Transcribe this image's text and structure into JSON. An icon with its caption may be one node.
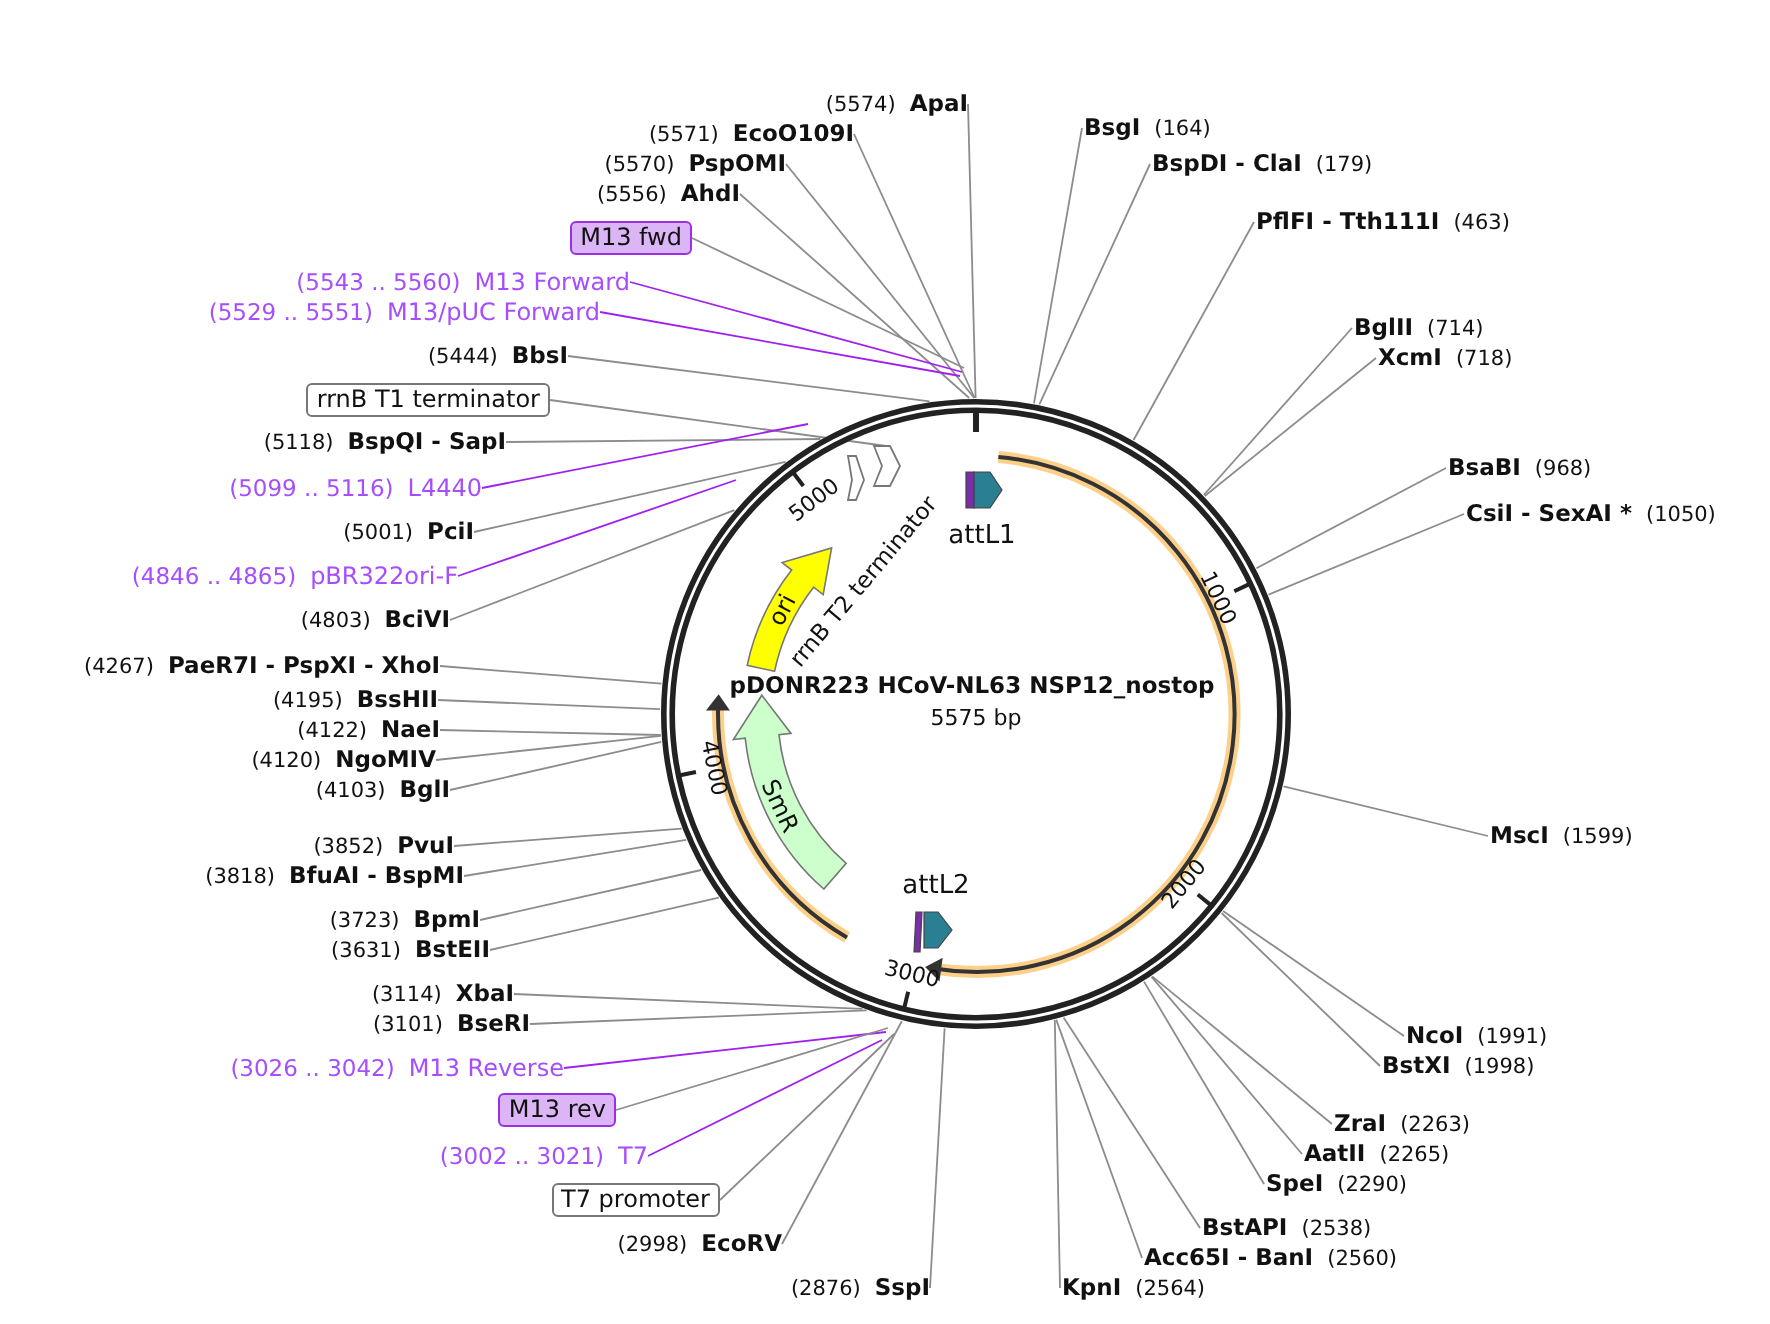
{
  "diagram": {
    "nodes": [
      {
        "text": [
          "ApaI"
        ],
        "beside": [
          "(5574)"
        ]
      },
      {
        "text": [
          "EcoO109I"
        ],
        "beside": [
          "(5571)"
        ]
      },
      {
        "text": [
          "PspOMI"
        ],
        "beside": [
          "(5570)"
        ]
      },
      {
        "text": [
          "AhdI"
        ],
        "beside": [
          "(5556)"
        ]
      },
      {
        "text": [
          "M13 fwd"
        ]
      },
      {
        "text": [
          "M13 Forward"
        ],
        "beside": [
          "(5543 .. 5560)"
        ]
      },
      {
        "text": [
          "M13/pUC Forward"
        ],
        "beside": [
          "(5529 .. 5551)"
        ]
      },
      {
        "text": [
          "BbsI"
        ],
        "beside": [
          "(5444)"
        ]
      },
      {
        "text": [
          "rrnB T1 terminator"
        ]
      },
      {
        "text": [
          "BspQI - SapI"
        ],
        "beside": [
          "(5118)"
        ]
      },
      {
        "text": [
          "L4440"
        ],
        "beside": [
          "(5099 .. 5116)"
        ]
      },
      {
        "text": [
          "PciI"
        ],
        "beside": [
          "(5001)"
        ]
      },
      {
        "text": [
          "pBR322ori-F"
        ],
        "beside": [
          "(4846 .. 4865)"
        ]
      },
      {
        "text": [
          "BciVI"
        ],
        "beside": [
          "(4803)"
        ]
      },
      {
        "text": [
          "PaeR7I - PspXI - XhoI"
        ],
        "beside": [
          "(4267)"
        ]
      },
      {
        "text": [
          "BssHII"
        ],
        "beside": [
          "(4195)"
        ]
      },
      {
        "text": [
          "NaeI"
        ],
        "beside": [
          "(4122)"
        ]
      },
      {
        "text": [
          "NgoMIV"
        ],
        "beside": [
          "(4120)"
        ]
      },
      {
        "text": [
          "BglI"
        ],
        "beside": [
          "(4103)"
        ]
      },
      {
        "text": [
          "PvuI"
        ],
        "beside": [
          "(3852)"
        ]
      },
      {
        "text": [
          "BfuAI - BspMI"
        ],
        "beside": [
          "(3818)"
        ]
      },
      {
        "text": [
          "BpmI"
        ],
        "beside": [
          "(3723)"
        ]
      },
      {
        "text": [
          "BstEII"
        ],
        "beside": [
          "(3631)"
        ]
      },
      {
        "text": [
          "XbaI"
        ],
        "beside": [
          "(3114)"
        ]
      },
      {
        "text": [
          "BseRI"
        ],
        "beside": [
          "(3101)"
        ]
      },
      {
        "text": [
          "M13 Reverse"
        ],
        "beside": [
          "(3026 .. 3042)"
        ]
      },
      {
        "text": [
          "M13 rev"
        ]
      },
      {
        "text": [
          "T7"
        ],
        "beside": [
          "(3002 .. 3021)"
        ]
      },
      {
        "text": [
          "T7 promoter"
        ]
      },
      {
        "text": [
          "EcoRV"
        ],
        "beside": [
          "(2998)"
        ]
      },
      {
        "text": [
          "SspI"
        ],
        "beside": [
          "(2876)"
        ]
      },
      {
        "text": [
          "BsgI"
        ],
        "beside": [
          "(164)"
        ]
      },
      {
        "text": [
          "BspDI - ClaI"
        ],
        "beside": [
          "(179)"
        ]
      },
      {
        "text": [
          "PflFI - Tth111I"
        ],
        "beside": [
          "(463)"
        ]
      },
      {
        "text": [
          "BglII"
        ],
        "beside": [
          "(714)"
        ]
      },
      {
        "text": [
          "XcmI"
        ],
        "beside": [
          "(718)"
        ]
      },
      {
        "text": [
          "BsaBI"
        ],
        "beside": [
          "(968)"
        ]
      },
      {
        "text": [
          "CsiI - SexAI *"
        ],
        "beside": [
          "(1050)"
        ]
      },
      {
        "text": [
          "MscI"
        ],
        "beside": [
          "(1599)"
        ]
      },
      {
        "text": [
          "NcoI"
        ],
        "beside": [
          "(1991)"
        ]
      },
      {
        "text": [
          "BstXI"
        ],
        "beside": [
          "(1998)"
        ]
      },
      {
        "text": [
          "ZraI"
        ],
        "beside": [
          "(2263)"
        ]
      },
      {
        "text": [
          "AatII"
        ],
        "beside": [
          "(2265)"
        ]
      },
      {
        "text": [
          "SpeI"
        ],
        "beside": [
          "(2290)"
        ]
      },
      {
        "text": [
          "BstAPI"
        ],
        "beside": [
          "(2538)"
        ]
      },
      {
        "text": [
          "Acc65I - BanI"
        ],
        "beside": [
          "(2560)"
        ]
      },
      {
        "text": [
          "KpnI"
        ],
        "beside": [
          "(2564)"
        ]
      },
      {
        "text": [
          "ori"
        ]
      },
      {
        "text": [
          "SmR"
        ]
      },
      {
        "text": [
          "attL1"
        ]
      },
      {
        "text": [
          "attL2"
        ]
      },
      {
        "text": [],
        "shape": "arrow"
      }
    ],
    "edges": [
      {
        "from": 0,
        "to": null,
        "arrow": "none"
      },
      {
        "from": 1,
        "to": null,
        "arrow": "none"
      },
      {
        "from": 2,
        "to": null,
        "arrow": "none"
      },
      {
        "from": 3,
        "to": null,
        "arrow": "none"
      },
      {
        "from": 4,
        "to": null,
        "arrow": "none"
      },
      {
        "from": 5,
        "to": null,
        "arrow": "none",
        "color": "#a020f0"
      },
      {
        "from": 6,
        "to": null,
        "arrow": "none",
        "color": "#a020f0"
      },
      {
        "from": 7,
        "to": null,
        "arrow": "none"
      },
      {
        "from": 8,
        "to": 51,
        "arrow": "none"
      },
      {
        "from": 9,
        "to": null,
        "arrow": "none"
      },
      {
        "from": 10,
        "to": null,
        "arrow": "none",
        "color": "#a020f0"
      },
      {
        "from": 11,
        "to": null,
        "arrow": "none"
      },
      {
        "from": 12,
        "to": null,
        "arrow": "none",
        "color": "#a020f0"
      },
      {
        "from": 13,
        "to": null,
        "arrow": "none"
      },
      {
        "from": 14,
        "to": null,
        "arrow": "none"
      },
      {
        "from": 15,
        "to": null,
        "arrow": "none"
      },
      {
        "from": 16,
        "to": null,
        "arrow": "none"
      },
      {
        "from": 17,
        "to": null,
        "arrow": "none"
      },
      {
        "from": 18,
        "to": null,
        "arrow": "none"
      },
      {
        "from": 19,
        "to": null,
        "arrow": "none"
      },
      {
        "from": 20,
        "to": null,
        "arrow": "none"
      },
      {
        "from": 21,
        "to": null,
        "arrow": "none"
      },
      {
        "from": 22,
        "to": null,
        "arrow": "none"
      },
      {
        "from": 23,
        "to": null,
        "arrow": "none"
      },
      {
        "from": 24,
        "to": null,
        "arrow": "none"
      },
      {
        "from": 25,
        "to": null,
        "arrow": "none",
        "color": "#a020f0"
      },
      {
        "from": 26,
        "to": null,
        "arrow": "none"
      },
      {
        "from": 27,
        "to": null,
        "arrow": "none",
        "color": "#a020f0"
      },
      {
        "from": 28,
        "to": null,
        "arrow": "none"
      },
      {
        "from": 29,
        "to": null,
        "arrow": "none"
      },
      {
        "from": 30,
        "to": null,
        "arrow": "none"
      },
      {
        "from": 31,
        "to": null,
        "arrow": "none"
      },
      {
        "from": 32,
        "to": null,
        "arrow": "none"
      },
      {
        "from": 33,
        "to": null,
        "arrow": "none"
      },
      {
        "from": 34,
        "to": null,
        "arrow": "none"
      },
      {
        "from": 35,
        "to": null,
        "arrow": "none"
      },
      {
        "from": 36,
        "to": null,
        "arrow": "none"
      },
      {
        "from": 37,
        "to": null,
        "arrow": "none"
      },
      {
        "from": 38,
        "to": null,
        "arrow": "none"
      },
      {
        "from": 39,
        "to": null,
        "arrow": "none"
      },
      {
        "from": 40,
        "to": null,
        "arrow": "none"
      },
      {
        "from": 41,
        "to": null,
        "arrow": "none"
      },
      {
        "from": 42,
        "to": null,
        "arrow": "none"
      },
      {
        "from": 43,
        "to": null,
        "arrow": "none"
      },
      {
        "from": 44,
        "to": null,
        "arrow": "none"
      },
      {
        "from": 45,
        "to": null,
        "arrow": "none"
      },
      {
        "from": 46,
        "to": null,
        "arrow": "none"
      }
    ],
    "labels": [
      "pDONR223 HCoV-NL63 NSP12_nostop",
      "5575 bp",
      "rrnB T2 terminator",
      "1000",
      "2000",
      "3000",
      "4000",
      "5000"
    ]
  }
}
